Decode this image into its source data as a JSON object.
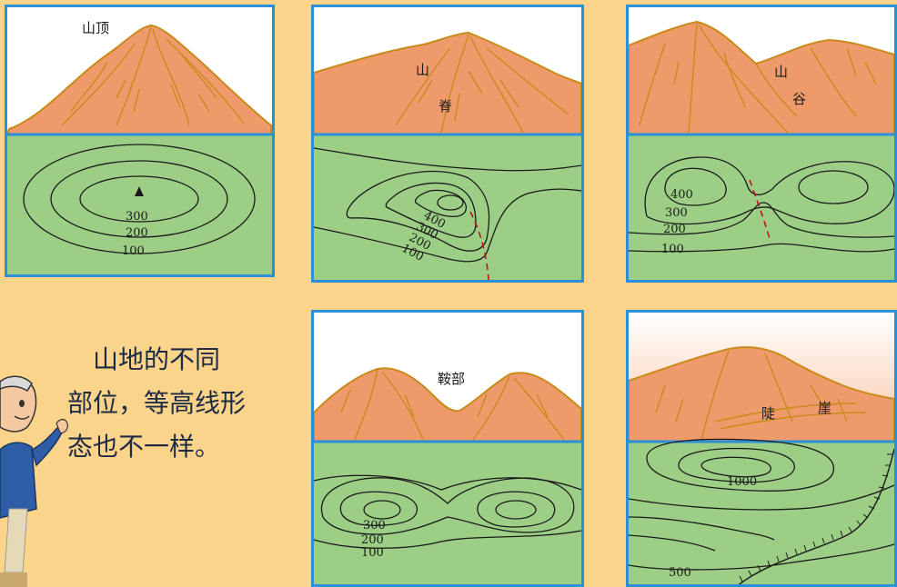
{
  "colors": {
    "background": "#fad48a",
    "panel_border": "#2b8fd6",
    "map_green": "#9ccf85",
    "mountain": "#ef9a6a",
    "mountain_edge": "#c98a1a",
    "contour": "#1a1a1a",
    "profile_line": "#c0141c"
  },
  "panels": {
    "summit": {
      "top_label": "山顶",
      "contours": [
        "300",
        "200",
        "100"
      ],
      "peak_icon": "triangle-summit-marker"
    },
    "ridge": {
      "top_label_1": "山",
      "top_label_2": "脊",
      "contours": [
        "400",
        "300",
        "200",
        "100"
      ]
    },
    "valley": {
      "top_label_1": "山",
      "top_label_2": "谷",
      "contours": [
        "400",
        "300",
        "200",
        "100"
      ]
    },
    "saddle": {
      "top_label": "鞍部",
      "contours": [
        "300",
        "200",
        "100"
      ]
    },
    "cliff": {
      "top_label_1": "陡",
      "top_label_2": "崖",
      "contours": [
        "1000",
        "500"
      ]
    }
  },
  "caption": {
    "line1": "　山地的不同",
    "line2": "部位，等高线形",
    "line3": "态也不一样。"
  }
}
